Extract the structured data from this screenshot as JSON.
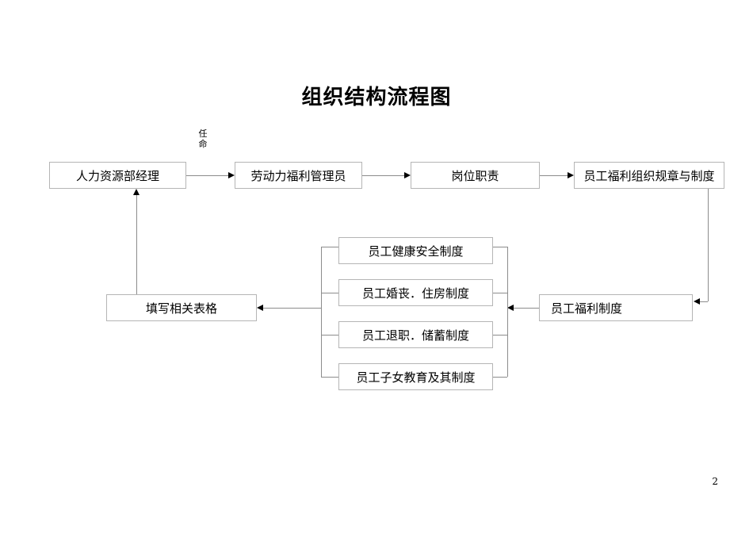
{
  "document": {
    "title": "组织结构流程图",
    "page_number": "2"
  },
  "nodes": {
    "hr_manager": "人力资源部经理",
    "labor_welfare_admin": "劳动力福利管理员",
    "job_duty": "岗位职责",
    "welfare_org_rules": "员工福利组织规章与制度",
    "fill_forms": "填写相关表格",
    "welfare_system": "员工福利制度",
    "health_safety": "员工健康安全制度",
    "marriage_funeral_housing": "员工婚丧．住房制度",
    "retire_savings": "员工退职．储蓄制度",
    "children_education": "员工子女教育及其制度"
  },
  "edges": {
    "appoint_label_line1": "任",
    "appoint_label_line2": "命"
  },
  "colors": {
    "box_border": "#b5b5b5",
    "connector": "#8c8c8c",
    "arrow": "#000000",
    "text": "#000000",
    "background": "#ffffff"
  }
}
